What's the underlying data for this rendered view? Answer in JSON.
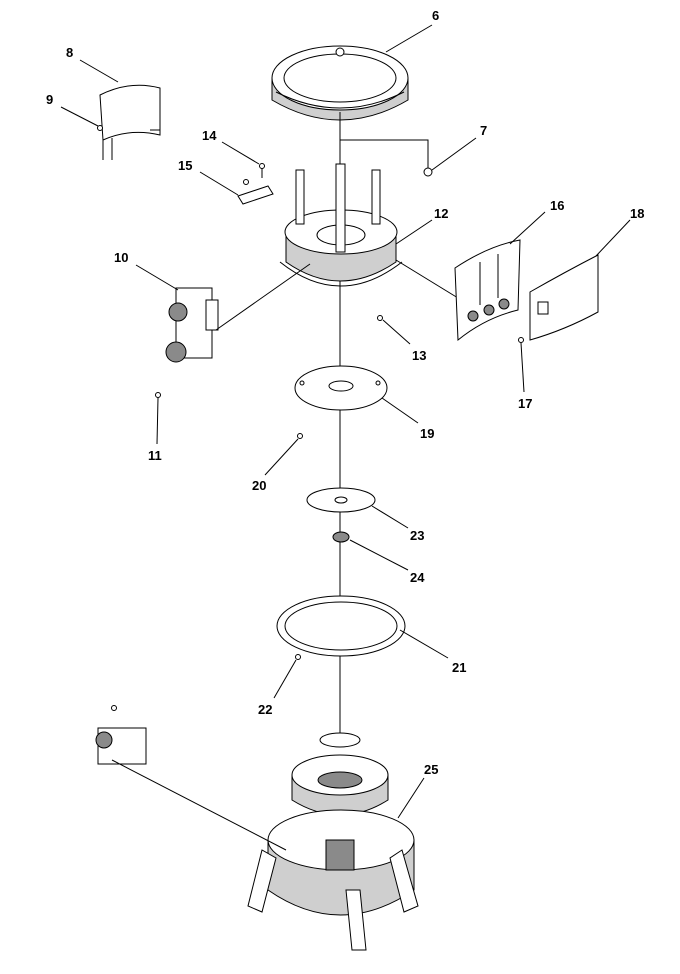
{
  "callouts": [
    "6",
    "7",
    "8",
    "9",
    "10",
    "11",
    "12",
    "13",
    "14",
    "15",
    "16",
    "17",
    "18",
    "19",
    "20",
    "21",
    "22",
    "23",
    "24",
    "25"
  ]
}
